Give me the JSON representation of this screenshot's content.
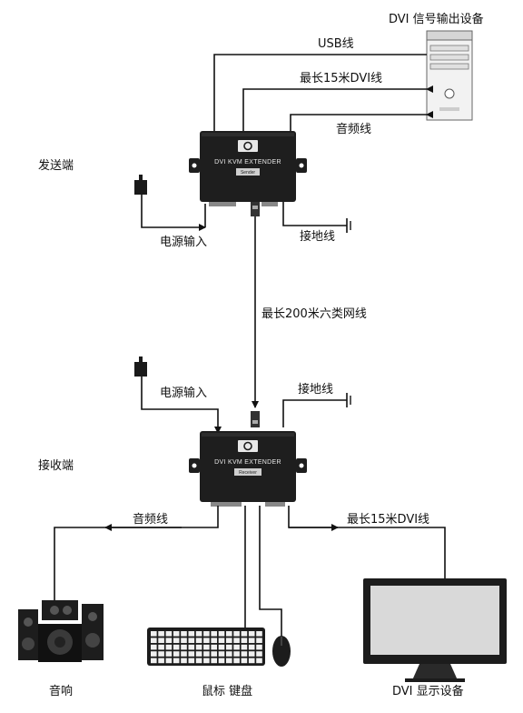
{
  "labels": {
    "source_device": "DVI 信号输出设备",
    "usb_cable": "USB线",
    "dvi_cable_sender": "最长15米DVI线",
    "audio_cable_sender": "音频线",
    "sender_side": "发送端",
    "power_input_sender": "电源输入",
    "ground_sender": "接地线",
    "network_cable": "最长200米六类网线",
    "power_input_receiver": "电源输入",
    "ground_receiver": "接地线",
    "receiver_side": "接收端",
    "audio_cable_receiver": "音频线",
    "dvi_cable_receiver": "最长15米DVI线",
    "speakers": "音响",
    "mouse_keyboard": "鼠标 键盘",
    "display_device": "DVI 显示设备"
  },
  "sender_unit": {
    "name": "DVI KVM EXTENDER",
    "tag": "Sender"
  },
  "receiver_unit": {
    "name": "DVI KVM EXTENDER",
    "tag": "Receiver"
  },
  "colors": {
    "unit_body": "#1e1e1e",
    "line": "#111111",
    "screen": "#d9d9d9"
  }
}
